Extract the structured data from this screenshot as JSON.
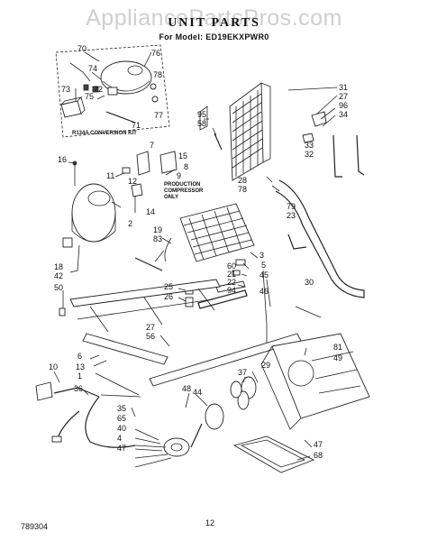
{
  "watermark": "AppliancePartsPros.com",
  "title": "UNIT PARTS",
  "subtitle": "For Model: ED19EKXPWR0",
  "footer_code": "789304",
  "page_number": "12",
  "kit_label": "R134A CONVERSION KIT",
  "production_note": [
    "PRODUCTION",
    "COMPRESSOR",
    "ONLY"
  ],
  "callouts": [
    "70",
    "76",
    "74",
    "72",
    "73",
    "75",
    "78",
    "77",
    "71",
    "95",
    "58",
    "31",
    "27",
    "96",
    "34",
    "33",
    "32",
    "7",
    "15",
    "8",
    "9",
    "11",
    "16",
    "12",
    "14",
    "2",
    "28",
    "78",
    "79",
    "23",
    "19",
    "83",
    "3",
    "18",
    "42",
    "50",
    "60",
    "21",
    "22",
    "94",
    "25",
    "26",
    "5",
    "45",
    "30",
    "46",
    "27",
    "56",
    "81",
    "49",
    "6",
    "13",
    "1",
    "10",
    "37",
    "29",
    "36",
    "48",
    "44",
    "35",
    "65",
    "40",
    "4",
    "47",
    "47",
    "68"
  ],
  "icons": [
    "compressor",
    "condenser-coil",
    "evaporator-coil",
    "fan-blade",
    "fan-motor",
    "wire-harness",
    "drain-pan",
    "base-rail"
  ]
}
